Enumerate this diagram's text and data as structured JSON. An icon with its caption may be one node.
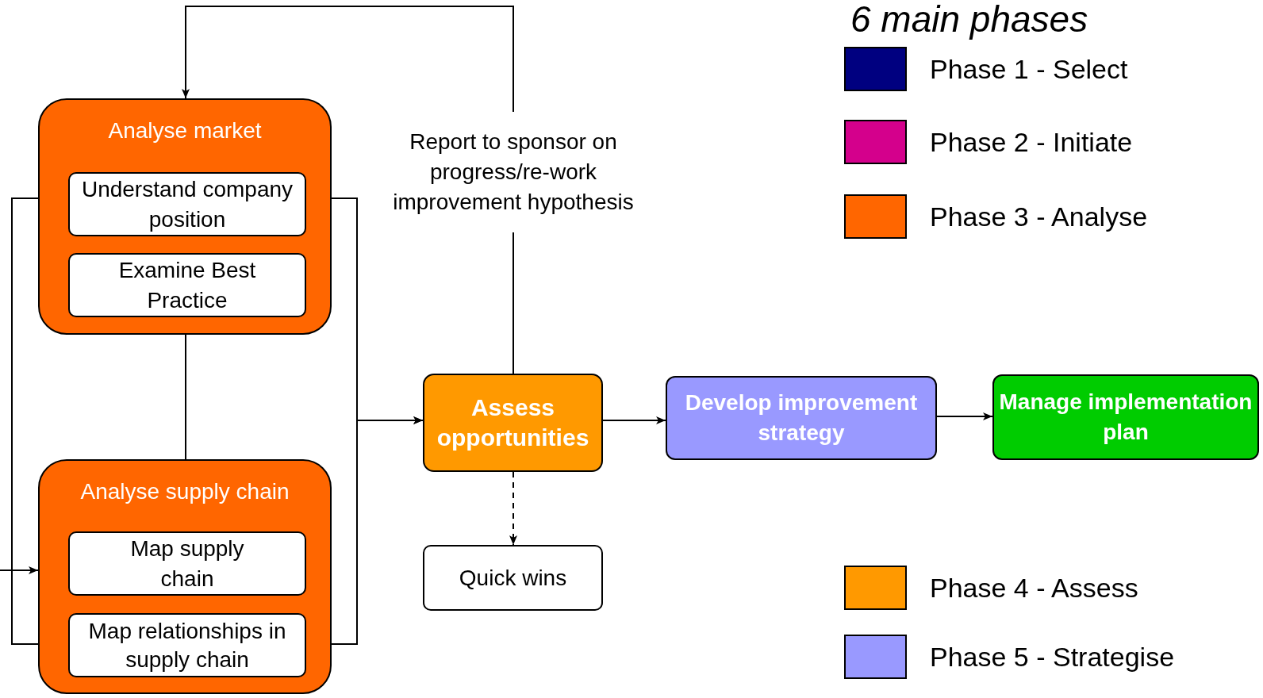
{
  "diagram": {
    "title": "6 main phases",
    "nodes": [
      {
        "text": [
          "Analyse market"
        ]
      },
      {
        "text": [
          "Understand company position"
        ],
        "in": 0
      },
      {
        "text": [
          "Examine Best Practice"
        ],
        "in": 0
      },
      {
        "text": [
          "Analyse supply chain"
        ]
      },
      {
        "text": [
          "Map supply chain"
        ],
        "in": 3
      },
      {
        "text": [
          "Map relationships in supply chain"
        ],
        "in": 3
      },
      {
        "text": [
          "Report to sponsor on progress/re-work improvement hypothesis"
        ]
      },
      {
        "text": [
          "Assess opportunities"
        ]
      },
      {
        "text": [
          "Quick wins"
        ]
      },
      {
        "text": [
          "Develop improvement strategy"
        ]
      },
      {
        "text": [
          "Manage implementation plan"
        ]
      }
    ],
    "edges": [
      {
        "from": 0,
        "to": 3,
        "arrow": "none"
      },
      {
        "from": 0,
        "to": 3,
        "arrow": "none"
      },
      {
        "from": null,
        "to": 3,
        "arrow": "to"
      },
      {
        "from": 0,
        "to": 7,
        "arrow": "to"
      },
      {
        "from": 3,
        "to": 7,
        "arrow": "to"
      },
      {
        "from": 7,
        "to": 6,
        "arrow": "none"
      },
      {
        "from": 6,
        "to": 0,
        "arrow": "to"
      },
      {
        "from": 7,
        "to": 8,
        "arrow": "to",
        "style": "dashed"
      },
      {
        "from": 7,
        "to": 9,
        "arrow": "to"
      },
      {
        "from": 9,
        "to": 10,
        "arrow": "to"
      }
    ],
    "legend": [
      {
        "text": "Phase 1 - Select",
        "color": "#000080"
      },
      {
        "text": "Phase 2 - Initiate",
        "color": "#d4008c"
      },
      {
        "text": "Phase 3 - Analyse",
        "color": "#ff6600"
      },
      {
        "text": "Phase 4 - Assess",
        "color": "#ff9900"
      },
      {
        "text": "Phase 5 - Strategise",
        "color": "#9999ff"
      }
    ]
  }
}
